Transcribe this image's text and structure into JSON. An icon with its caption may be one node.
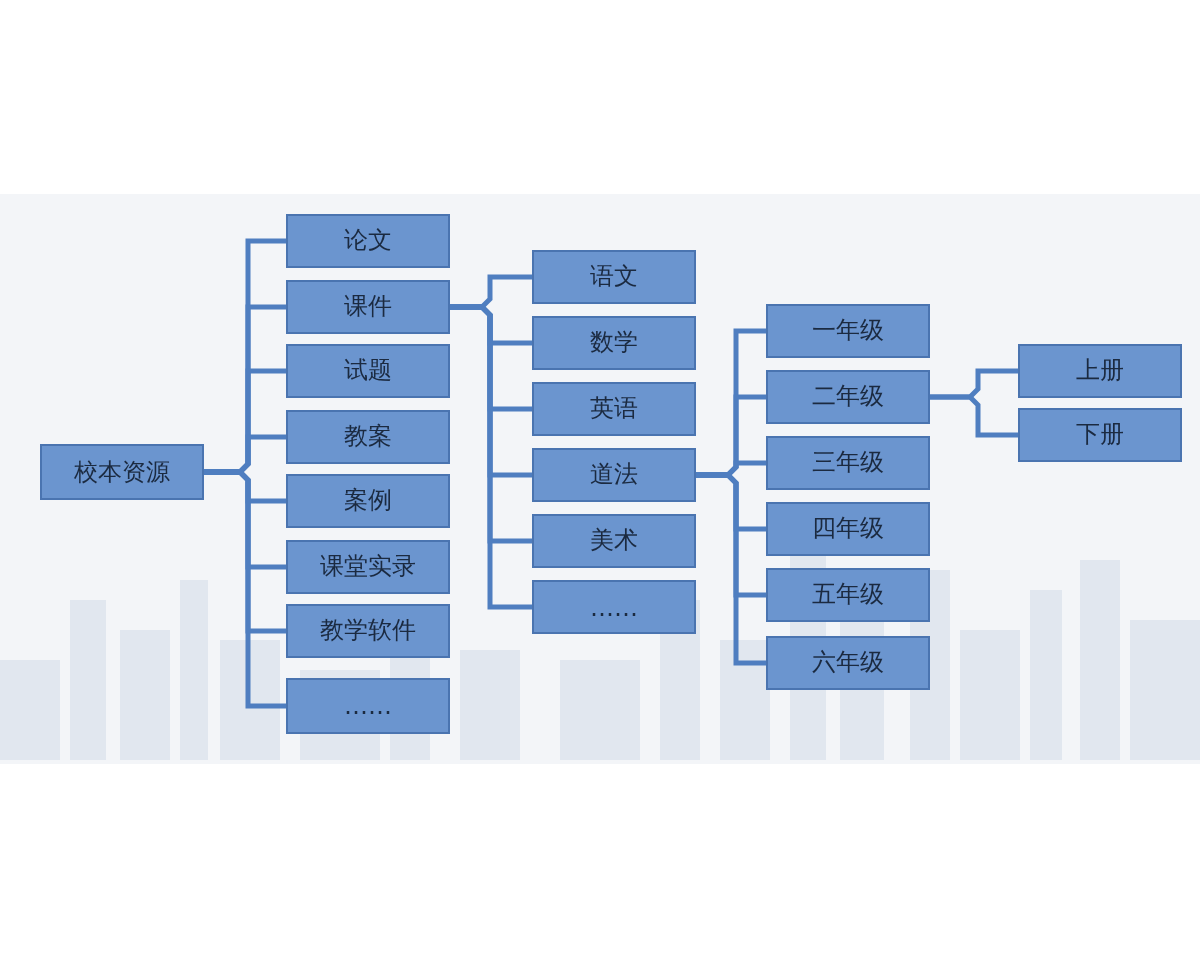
{
  "diagram": {
    "nodes": [
      {
        "text": [
          "校本资源"
        ]
      },
      {
        "text": [
          "论文"
        ]
      },
      {
        "text": [
          "课件"
        ]
      },
      {
        "text": [
          "试题"
        ]
      },
      {
        "text": [
          "教案"
        ]
      },
      {
        "text": [
          "案例"
        ]
      },
      {
        "text": [
          "课堂实录"
        ]
      },
      {
        "text": [
          "教学软件"
        ]
      },
      {
        "text": [
          "……"
        ]
      },
      {
        "text": [
          "语文"
        ]
      },
      {
        "text": [
          "数学"
        ]
      },
      {
        "text": [
          "英语"
        ]
      },
      {
        "text": [
          "道法"
        ]
      },
      {
        "text": [
          "美术"
        ]
      },
      {
        "text": [
          "……"
        ]
      },
      {
        "text": [
          "一年级"
        ]
      },
      {
        "text": [
          "二年级"
        ]
      },
      {
        "text": [
          "三年级"
        ]
      },
      {
        "text": [
          "四年级"
        ]
      },
      {
        "text": [
          "五年级"
        ]
      },
      {
        "text": [
          "六年级"
        ]
      },
      {
        "text": [
          "上册"
        ]
      },
      {
        "text": [
          "下册"
        ]
      }
    ],
    "edges": [
      {
        "from": 0,
        "to": 1,
        "arrow": "none"
      },
      {
        "from": 0,
        "to": 2,
        "arrow": "none"
      },
      {
        "from": 0,
        "to": 3,
        "arrow": "none"
      },
      {
        "from": 0,
        "to": 4,
        "arrow": "none"
      },
      {
        "from": 0,
        "to": 5,
        "arrow": "none"
      },
      {
        "from": 0,
        "to": 6,
        "arrow": "none"
      },
      {
        "from": 0,
        "to": 7,
        "arrow": "none"
      },
      {
        "from": 0,
        "to": 8,
        "arrow": "none"
      },
      {
        "from": 2,
        "to": 9,
        "arrow": "none"
      },
      {
        "from": 2,
        "to": 10,
        "arrow": "none"
      },
      {
        "from": 2,
        "to": 11,
        "arrow": "none"
      },
      {
        "from": 2,
        "to": 12,
        "arrow": "none"
      },
      {
        "from": 2,
        "to": 13,
        "arrow": "none"
      },
      {
        "from": 2,
        "to": 14,
        "arrow": "none"
      },
      {
        "from": 12,
        "to": 15,
        "arrow": "none"
      },
      {
        "from": 12,
        "to": 16,
        "arrow": "none"
      },
      {
        "from": 12,
        "to": 17,
        "arrow": "none"
      },
      {
        "from": 12,
        "to": 18,
        "arrow": "none"
      },
      {
        "from": 12,
        "to": 19,
        "arrow": "none"
      },
      {
        "from": 12,
        "to": 20,
        "arrow": "none"
      },
      {
        "from": 16,
        "to": 21,
        "arrow": "none"
      },
      {
        "from": 16,
        "to": 22,
        "arrow": "none"
      }
    ]
  }
}
